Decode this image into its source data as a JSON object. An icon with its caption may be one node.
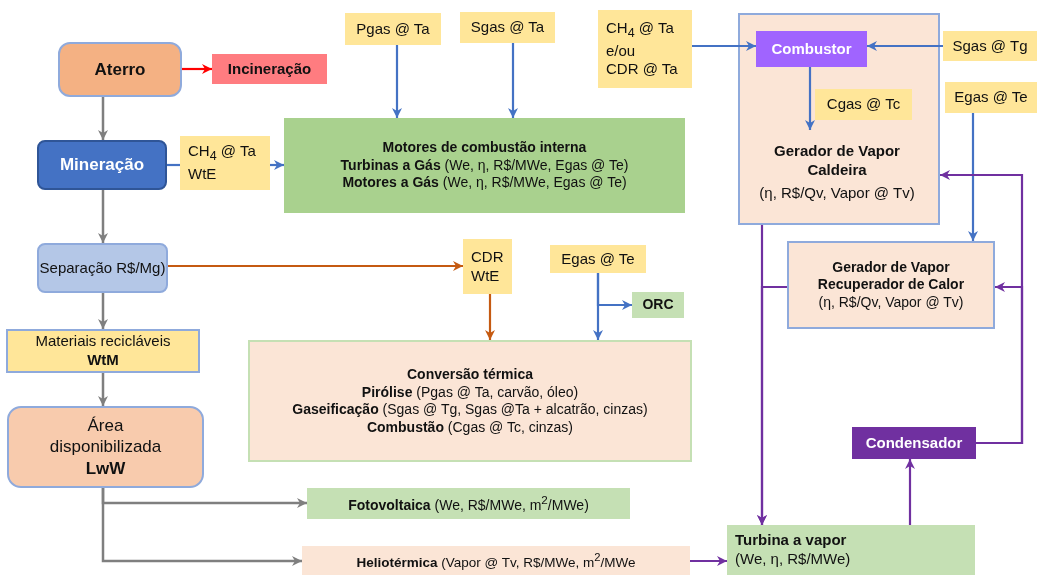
{
  "diagram": {
    "nodes": [
      {
        "text": [
          "Aterro"
        ]
      },
      {
        "text": [
          "Incineração"
        ]
      },
      {
        "text": [
          "Mineração"
        ]
      },
      {
        "text": [
          "CH$_{4}$ @ Ta",
          "WtE"
        ]
      },
      {
        "text": [
          "Pgas @ Ta"
        ]
      },
      {
        "text": [
          "Sgas @ Ta"
        ]
      },
      {
        "text": [
          "Motores de combustão interna",
          "**Turbinas a Gás** (We, η, R$/MWe, Egas @ Te)",
          "**Motores a Gás** (We, η, R$/MWe, Egas @ Te)"
        ]
      },
      {
        "text": [
          "CH$_{4}$ @ Ta",
          "e/ou",
          "CDR @ Ta"
        ]
      },
      {
        "text": [],
        "shape": "box"
      },
      {
        "text": [
          "Combustor"
        ],
        "in": 8
      },
      {
        "text": [
          "Cgas @ Tc"
        ],
        "in": 8
      },
      {
        "text": [
          "Gerador de Vapor Caldeira",
          "(η, R$/Qv, Vapor @ Tv)"
        ],
        "in": 8
      },
      {
        "text": [
          "Sgas @ Tg"
        ]
      },
      {
        "text": [
          "Egas @ Te"
        ]
      },
      {
        "text": [
          "Separação R$/Mg)"
        ]
      },
      {
        "text": [
          "CDR",
          "WtE"
        ]
      },
      {
        "text": [
          "Egas @ Te"
        ]
      },
      {
        "text": [
          "ORC"
        ]
      },
      {
        "text": [
          "Gerador de Vapor Recuperador de Calor",
          "(η, R$/Qv, Vapor @ Tv)"
        ]
      },
      {
        "text": [
          "Materiais recicláveis",
          "WtM"
        ]
      },
      {
        "text": [
          "Conversão térmica",
          "**Pirólise** (Pgas @ Ta, carvão, óleo)",
          "**Gaseificação** (Sgas @ Tg, Sgas @Ta + alcatrão, cinzas)",
          "**Combustão** (Cgas @ Tc, cinzas)"
        ]
      },
      {
        "text": [
          "Área disponibilizada",
          "LwW"
        ]
      },
      {
        "text": [
          "Condensador"
        ]
      },
      {
        "text": [
          "**Fotovoltaica** (We, R$/MWe, m$^{2}$/MWe)"
        ]
      },
      {
        "text": [
          "**Heliotérmica** (Vapor @ Tv, R$/MWe, m$^{2}$/MWe"
        ]
      },
      {
        "text": [
          "Turbina a vapor",
          "(We, η, R$/MWe)"
        ]
      }
    ],
    "edges": [
      {
        "from": 0,
        "to": 1,
        "arrow": "to",
        "color": "#ff0000"
      },
      {
        "from": 0,
        "to": 2,
        "arrow": "to",
        "color": "#7f7f7f"
      },
      {
        "from": 2,
        "to": 3,
        "arrow": "none"
      },
      {
        "from": 3,
        "to": 6,
        "arrow": "to"
      },
      {
        "from": 4,
        "to": 6,
        "arrow": "to"
      },
      {
        "from": 5,
        "to": 6,
        "arrow": "to"
      },
      {
        "from": 2,
        "to": 14,
        "arrow": "to",
        "color": "#7f7f7f"
      },
      {
        "from": 14,
        "to": 15,
        "arrow": "to",
        "color": "#c55a11"
      },
      {
        "from": 15,
        "to": 20,
        "arrow": "to",
        "color": "#c55a11"
      },
      {
        "from": 16,
        "to": 17,
        "arrow": "to"
      },
      {
        "from": 16,
        "to": 20,
        "arrow": "to"
      },
      {
        "from": 14,
        "to": 19,
        "arrow": "to",
        "color": "#7f7f7f"
      },
      {
        "from": 19,
        "to": 21,
        "arrow": "to",
        "color": "#7f7f7f"
      },
      {
        "from": 21,
        "to": 23,
        "arrow": "to",
        "color": "#7f7f7f"
      },
      {
        "from": 21,
        "to": 24,
        "arrow": "to",
        "color": "#7f7f7f"
      },
      {
        "from": 7,
        "to": 9,
        "arrow": "to"
      },
      {
        "from": 12,
        "to": 9,
        "arrow": "to"
      },
      {
        "from": 9,
        "to": 11,
        "arrow": "to"
      },
      {
        "from": 13,
        "to": 18,
        "arrow": "to"
      },
      {
        "from": 8,
        "to": 25,
        "arrow": "to",
        "color": "#7030a0"
      },
      {
        "from": 18,
        "to": 25,
        "arrow": "to",
        "color": "#7030a0"
      },
      {
        "from": 25,
        "to": 22,
        "arrow": "to",
        "color": "#7030a0"
      },
      {
        "from": 22,
        "to": 8,
        "arrow": "to",
        "color": "#7030a0"
      },
      {
        "from": 22,
        "to": 18,
        "arrow": "to",
        "color": "#7030a0"
      },
      {
        "from": 24,
        "to": 25,
        "arrow": "to",
        "color": "#7030a0"
      }
    ]
  }
}
